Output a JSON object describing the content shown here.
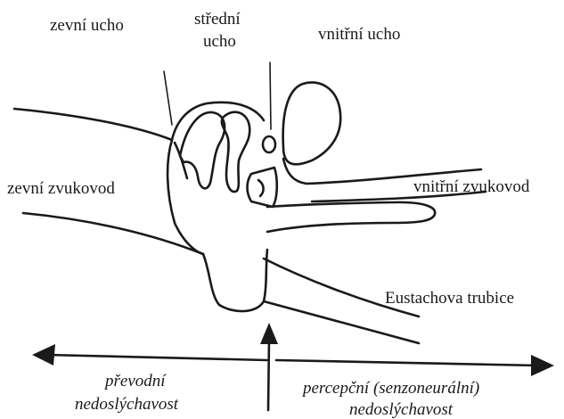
{
  "labels": {
    "outer_ear": "zevní ucho",
    "middle_ear_line1": "střední",
    "middle_ear_line2": "ucho",
    "inner_ear": "vnitřní ucho",
    "outer_canal": "zevní zvukovod",
    "inner_canal": "vnitřní zvukovod",
    "eustachian_tube": "Eustachova trubice",
    "conductive_line1": "převodní",
    "conductive_line2": "nedoslýchavost",
    "sensorineural_line1": "percepční (senzoneurální)",
    "sensorineural_line2": "nedoslýchavost"
  }
}
